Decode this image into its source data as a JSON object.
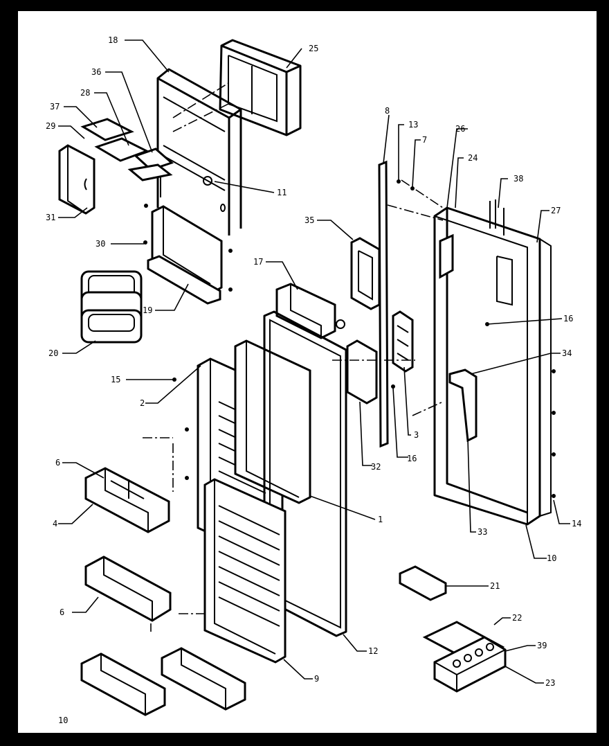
{
  "sheet_number": "10",
  "callouts": [
    "18",
    "25",
    "36",
    "28",
    "37",
    "29",
    "11",
    "31",
    "30",
    "19",
    "20",
    "17",
    "35",
    "8",
    "13",
    "7",
    "26",
    "24",
    "38",
    "27",
    "16",
    "15",
    "2",
    "34",
    "6",
    "4",
    "32",
    "3",
    "1",
    "33",
    "10",
    "14",
    "21",
    "12",
    "22",
    "39",
    "23",
    "9"
  ]
}
